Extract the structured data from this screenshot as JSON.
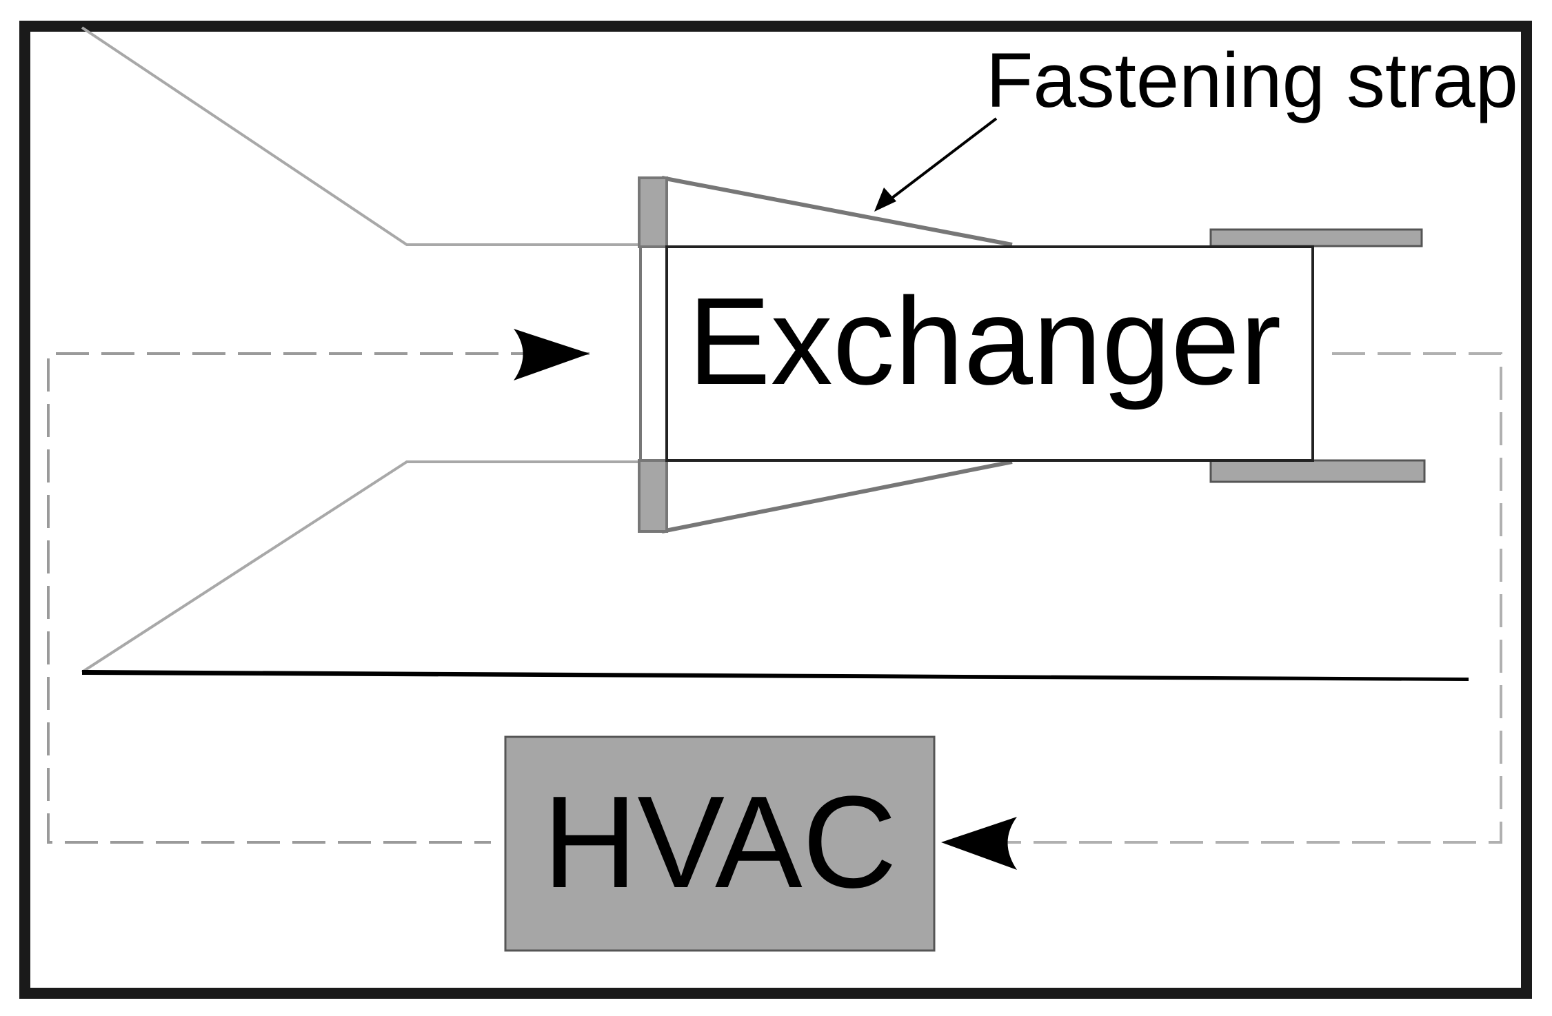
{
  "labels": {
    "callout": "Fastening strap",
    "exchanger": "Exchanger",
    "hvac": "HVAC"
  },
  "colors": {
    "frame": "#1a1a1a",
    "outline_dark": "#222222",
    "duct_line": "#a8a8a8",
    "strap": "#777777",
    "bracket_fill": "#a6a6a6",
    "dashed_line": "#9a9a9a",
    "hvac_fill": "#a6a6a6",
    "floor_line": "#000000"
  },
  "icons": {
    "flow_arrow_right": "arrowhead-right-icon",
    "flow_arrow_left": "arrowhead-left-icon",
    "callout_arrow": "pointer-arrow-icon"
  }
}
